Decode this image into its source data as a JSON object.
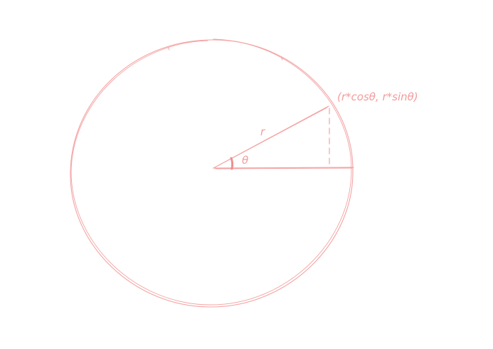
{
  "diagram": {
    "point_label": "(r*cosθ, r*sinθ)",
    "radius_label": "r",
    "angle_label": "θ"
  },
  "colors": {
    "stroke": "#f4a3a3",
    "stroke_strong": "#ee8f8f",
    "text": "#f29c9c",
    "background": "#ffffff"
  }
}
